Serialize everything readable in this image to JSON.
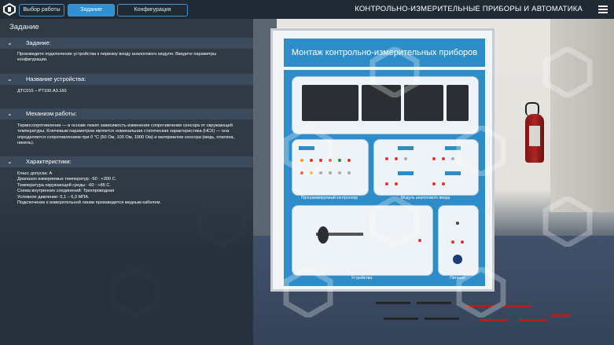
{
  "topbar": {
    "tabs": [
      {
        "label": "Выбор работы",
        "active": false
      },
      {
        "label": "Задание",
        "active": true
      },
      {
        "label": "Конфигурация",
        "active": false
      }
    ],
    "app_title": "КОНТРОЛЬНО-ИЗМЕРИТЕЛЬНЫЕ ПРИБОРЫ И АВТОМАТИКА"
  },
  "panel": {
    "title": "Задание",
    "sections": [
      {
        "heading": "Задание:",
        "text": "Произведите подключение устройства к первому входу аналогового модуля. Введите параметры конфигурации."
      },
      {
        "heading": "Название устройства:",
        "text": "ДТС015 – PT100.A3.160"
      },
      {
        "heading": "Механизм работы:",
        "text": "Термосопротивление — в основе лежит зависимость изменения сопротивления сенсора от окружающей температуры. Ключевым параметром является номинальная статическая характеристика (НСХ) — она определяется сопротивлением при 0 °С (50 Ом, 100 Ом, 1000 Ом) и материалом сенсора (медь, платина, никель)."
      },
      {
        "heading": "Характеристики:",
        "lines": [
          "Класс допуска: А",
          "Диапазон измеряемых температур: -50 : +300 С.",
          "Температура окружающей среды: -60 : +85 С.",
          "Схема внутренних соединений: Трехпроводная",
          "Условное давление: 0,1 – 6,3 МПА.",
          "Подключение к измерительной линии производится медным кабелем."
        ]
      }
    ]
  },
  "stand": {
    "title": "Монтаж контрольно-измерительных приборов",
    "labels": {
      "controller": "Программируемый контроллер",
      "analog_module": "Модуль аналогового ввода",
      "devices": "Устройства",
      "power": "Питание"
    }
  },
  "colors": {
    "accent": "#2f8fd0",
    "panel_bg": "#26303c",
    "section_bg": "#3b4a5a"
  },
  "icons": {
    "logo": "app-logo-icon",
    "menu": "hamburger-menu-icon",
    "chevron": "chevron-down-icon"
  }
}
